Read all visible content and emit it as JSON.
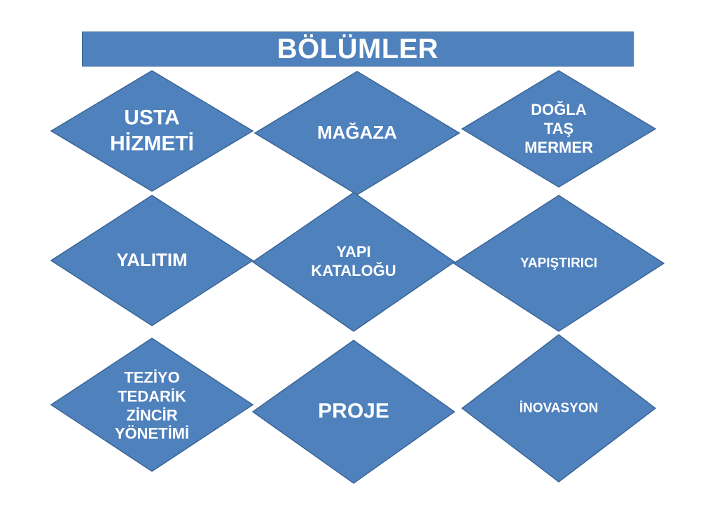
{
  "title": "BÖLÜMLER",
  "colors": {
    "fill": "#4f81bd",
    "stroke": "#3a6596",
    "text": "#ffffff",
    "background": "#ffffff"
  },
  "nodes": [
    {
      "id": "usta-hizmeti",
      "lines": [
        "USTA",
        "HİZMETİ"
      ]
    },
    {
      "id": "magaza",
      "lines": [
        "MAĞAZA"
      ]
    },
    {
      "id": "dogla-tas-mermer",
      "lines": [
        "DOĞLA",
        "TAŞ",
        "MERMER"
      ]
    },
    {
      "id": "yalitim",
      "lines": [
        "YALITIM"
      ]
    },
    {
      "id": "yapi-katalogu",
      "lines": [
        "YAPI",
        "KATALOĞU"
      ]
    },
    {
      "id": "yapistirici",
      "lines": [
        "YAPIŞTIRICI"
      ]
    },
    {
      "id": "teziyo-tedarik-zincir-yonetimi",
      "lines": [
        "TEZİYO",
        "TEDARİK",
        "ZİNCİR",
        "YÖNETİMİ"
      ]
    },
    {
      "id": "proje",
      "lines": [
        "PROJE"
      ]
    },
    {
      "id": "inovasyon",
      "lines": [
        "İNOVASYON"
      ]
    }
  ]
}
